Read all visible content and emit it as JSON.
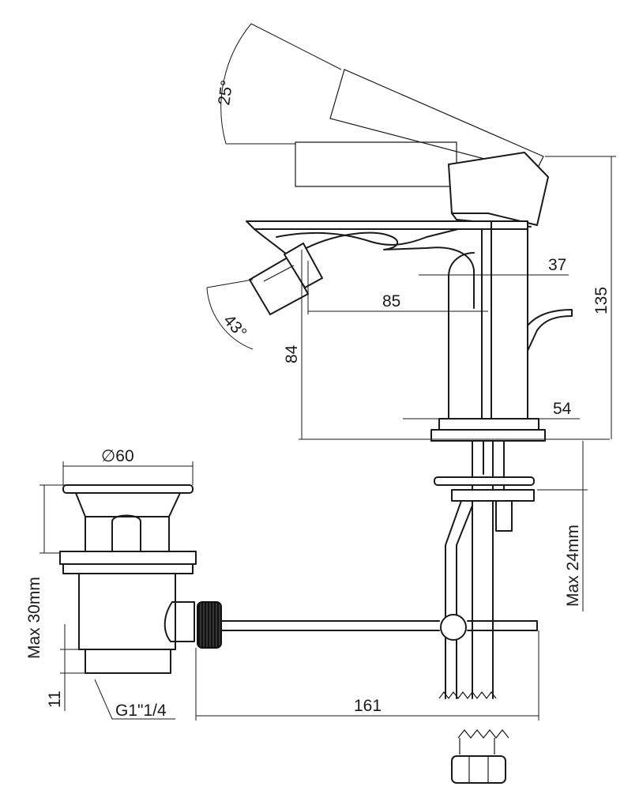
{
  "dimensions": {
    "lever_angle": "25°",
    "spray_angle": "43°",
    "reach": "85",
    "spout_height": "84",
    "body_width": "37",
    "base_width": "54",
    "total_height": "135",
    "deck_thickness": "Max 24mm",
    "waste_diameter": "∅60",
    "waste_height": "Max 30mm",
    "thread_length": "11",
    "thread_size": "G1\"1/4",
    "rod_length": "161"
  },
  "colors": {
    "line": "#1a1a1a",
    "background": "#ffffff"
  }
}
